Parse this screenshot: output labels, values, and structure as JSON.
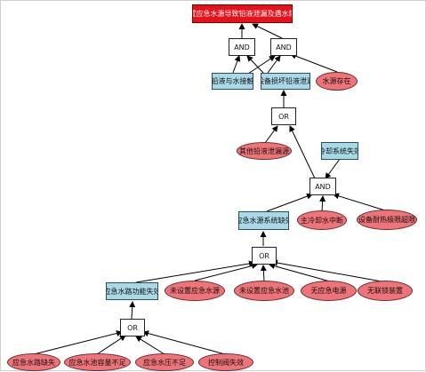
{
  "top_event": "设置应急水源导致铅液泄漏及遇水爆炸",
  "gates": {
    "and_left": "AND",
    "and_right": "AND",
    "or_mid": "OR",
    "and_mid": "AND",
    "or_lower": "OR",
    "or_bottom": "OR"
  },
  "events": {
    "lead_water_contact": "铅液与水接触",
    "equipment_leak": "设备损坏铅液泄漏",
    "cooling_failure": "冷却系统失效",
    "emergency_water_missing": "应急水源系统缺失",
    "waterway_failure": "应急水路功能失效"
  },
  "basic_events": {
    "water_source_exists": "水源存在",
    "other_leak": "其他铅液泄漏源",
    "main_cooling_interrupt": "主冷却水中断",
    "heat_limit_exceeded": "设备耐热极限超限",
    "no_emergency_water": "未设置应急水源",
    "no_emergency_pool": "未设置应急水池",
    "no_emergency_power": "无应急电源",
    "no_interlock": "无联锁装置",
    "waterway_missing": "应急水路缺失",
    "pool_capacity_low": "应急水池容量不足",
    "pressure_low": "应急水压不足",
    "valve_failure": "控制阀失效"
  },
  "colors": {
    "top": "#e8101a",
    "event": "#a9d8e6",
    "basic": "#ef7479",
    "gate": "#ffffff"
  }
}
